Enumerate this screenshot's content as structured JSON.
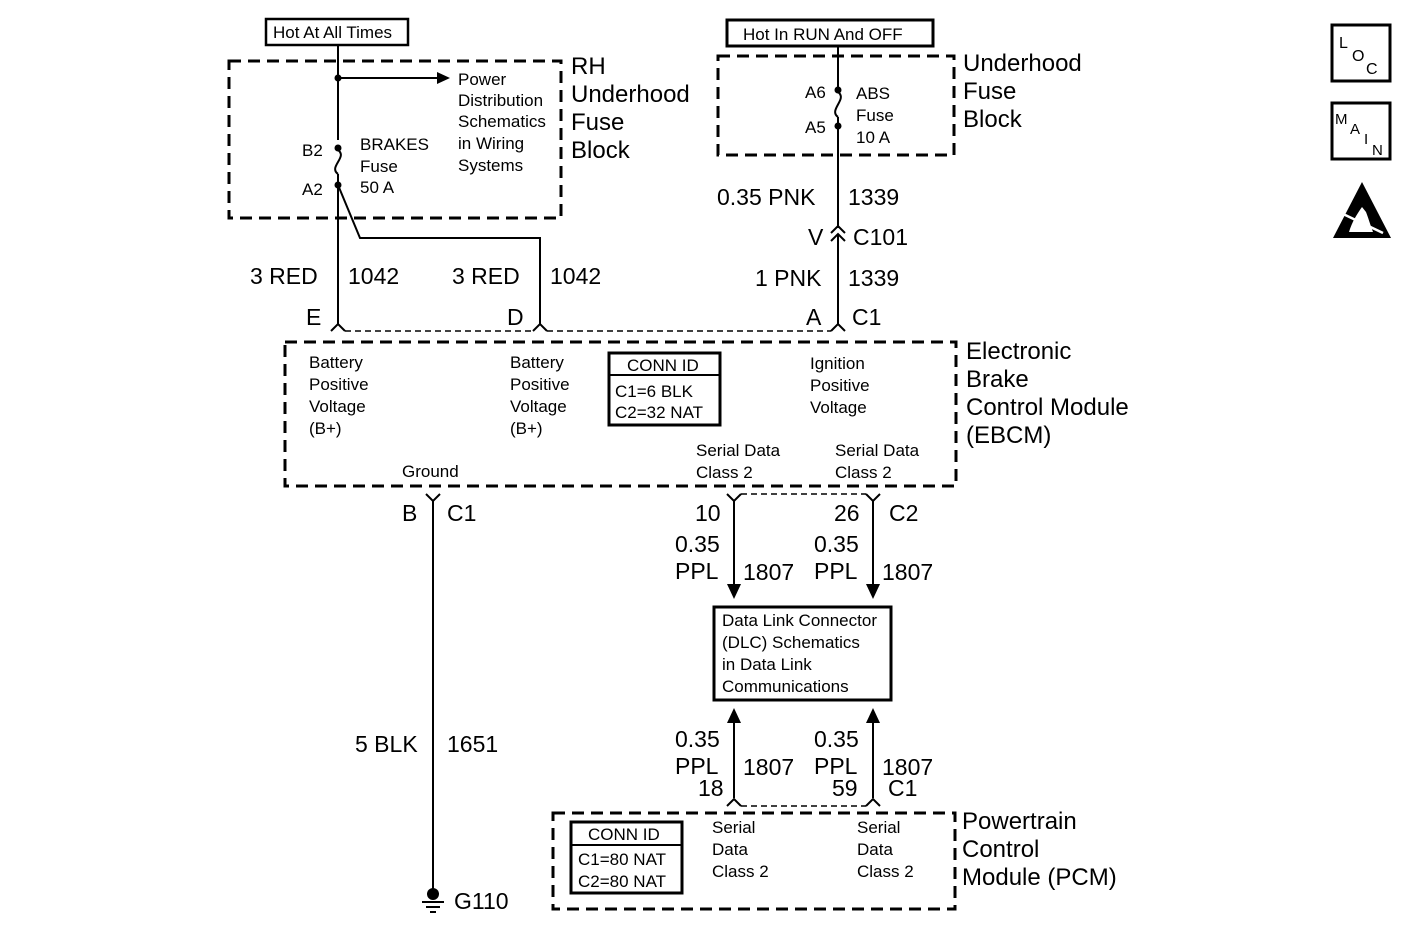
{
  "labels": {
    "hot_at_all_times": "Hot At All Times",
    "hot_in_run_off": "Hot In RUN And OFF",
    "power_dist": [
      "Power",
      "Distribution",
      "Schematics",
      "in Wiring",
      "Systems"
    ],
    "rh_fuse_block": [
      "RH",
      "Underhood",
      "Fuse",
      "Block"
    ],
    "underhood_fuse_block": [
      "Underhood",
      "Fuse",
      "Block"
    ],
    "brakes_fuse": [
      "BRAKES",
      "Fuse",
      "50 A"
    ],
    "abs_fuse": [
      "ABS",
      "Fuse",
      "10 A"
    ],
    "pin_b2": "B2",
    "pin_a2": "A2",
    "pin_a6": "A6",
    "pin_a5": "A5",
    "wire_pnk_035": "0.35 PNK",
    "circuit_1339_top": "1339",
    "conn_v": "V",
    "conn_c101": "C101",
    "wire_pnk_1": "1 PNK",
    "circuit_1339_bottom": "1339",
    "wire_red_e": "3 RED",
    "circuit_1042_e": "1042",
    "wire_red_d": "3 RED",
    "circuit_1042_d": "1042",
    "pin_e": "E",
    "pin_d": "D",
    "pin_a": "A",
    "conn_c1_top": "C1",
    "ebcm_name": [
      "Electronic",
      "Brake",
      "Control Module",
      "(EBCM)"
    ],
    "ebcm_bplus_1": [
      "Battery",
      "Positive",
      "Voltage",
      "(B+)"
    ],
    "ebcm_bplus_2": [
      "Battery",
      "Positive",
      "Voltage",
      "(B+)"
    ],
    "ebcm_ign": [
      "Ignition",
      "Positive",
      "Voltage"
    ],
    "ebcm_conn_title": "CONN ID",
    "ebcm_conn_lines": [
      "C1=6 BLK",
      "C2=32 NAT"
    ],
    "ebcm_serial_1": [
      "Serial Data",
      "Class 2"
    ],
    "ebcm_serial_2": [
      "Serial Data",
      "Class 2"
    ],
    "ebcm_ground": "Ground",
    "pin_b": "B",
    "conn_c1_ground": "C1",
    "pin_10": "10",
    "pin_26": "26",
    "conn_c2": "C2",
    "wire_ppl_gauge_1": "0.35",
    "wire_ppl_color_1": "PPL",
    "circuit_1807_1": "1807",
    "wire_ppl_gauge_2": "0.35",
    "wire_ppl_color_2": "PPL",
    "circuit_1807_2": "1807",
    "dlc_box": [
      "Data Link Connector",
      "(DLC) Schematics",
      "in Data Link",
      "Communications"
    ],
    "wire_ppl_gauge_3": "0.35",
    "wire_ppl_color_3": "PPL",
    "circuit_1807_3": "1807",
    "wire_ppl_gauge_4": "0.35",
    "wire_ppl_color_4": "PPL",
    "circuit_1807_4": "1807",
    "pin_18": "18",
    "pin_59": "59",
    "conn_c1_pcm": "C1",
    "wire_blk": "5 BLK",
    "circuit_1651": "1651",
    "ground_g110": "G110",
    "pcm_name": [
      "Powertrain",
      "Control",
      "Module (PCM)"
    ],
    "pcm_conn_title": "CONN ID",
    "pcm_conn_lines": [
      "C1=80 NAT",
      "C2=80 NAT"
    ],
    "pcm_serial_1": [
      "Serial",
      "Data",
      "Class 2"
    ],
    "pcm_serial_2": [
      "Serial",
      "Data",
      "Class 2"
    ]
  },
  "icons": {
    "loc": [
      "L",
      "O",
      "C"
    ],
    "main": [
      "M",
      "A",
      "I",
      "N"
    ],
    "esd": "esd-warning-icon"
  }
}
